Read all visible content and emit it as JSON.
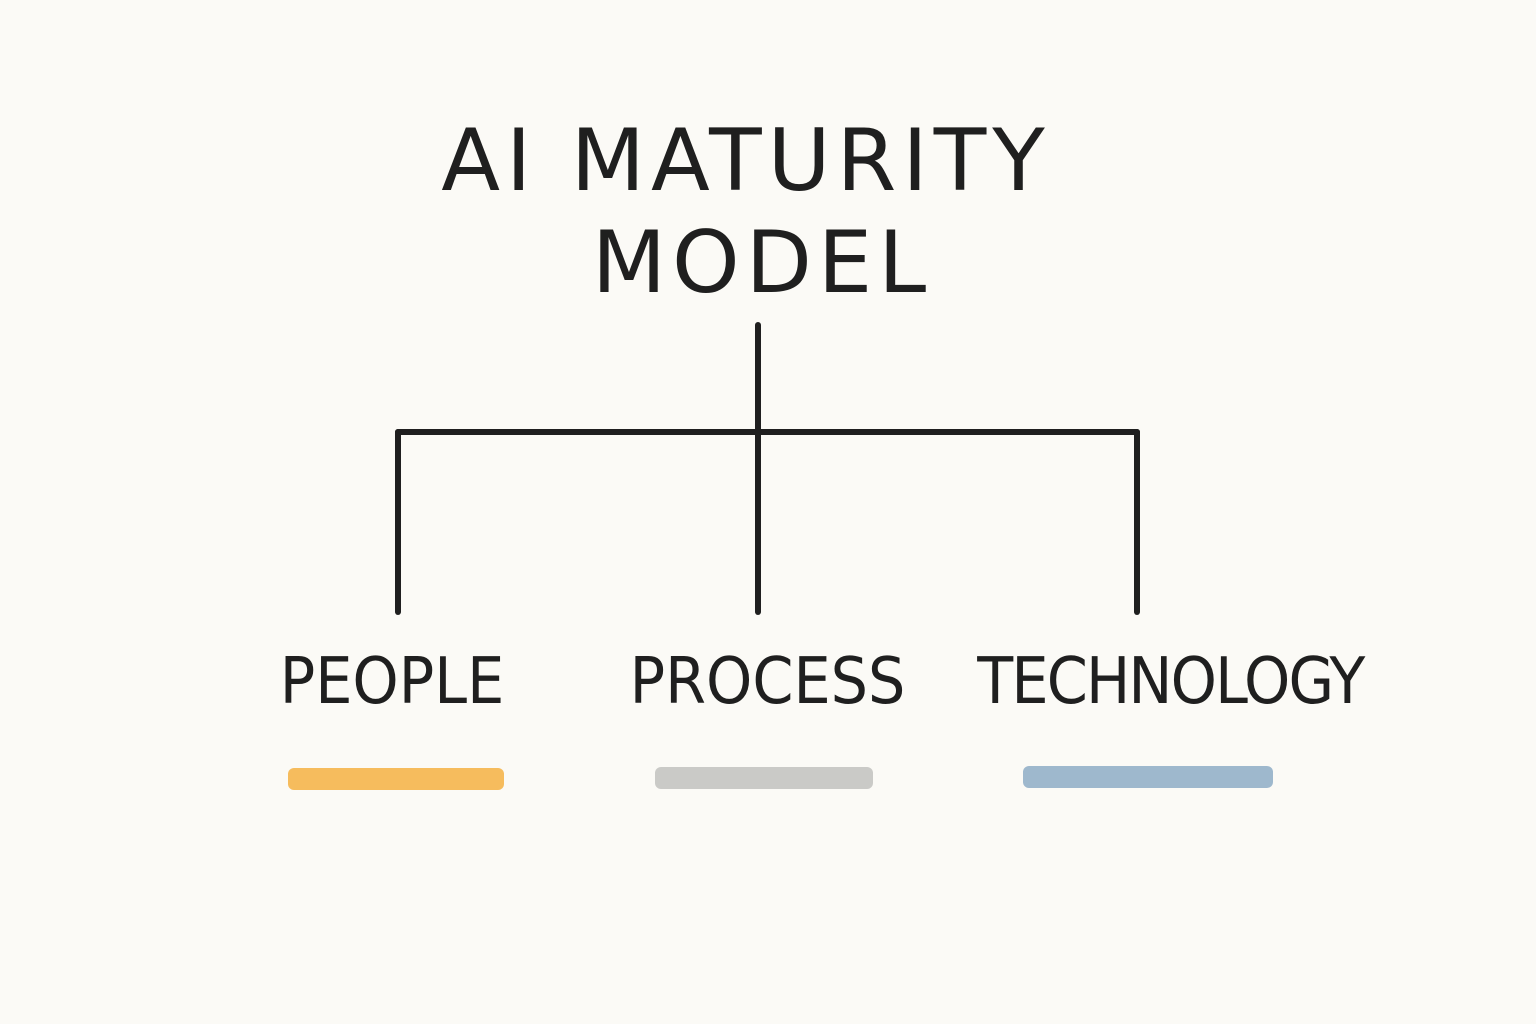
{
  "title": {
    "line1": "AI MATURITY",
    "line2": "MODEL"
  },
  "branches": [
    {
      "label": "PEOPLE",
      "color": "#f5b54d"
    },
    {
      "label": "PROCESS",
      "color": "#c4c4c2"
    },
    {
      "label": "TECHNOLOGY",
      "color": "#93b0c9"
    }
  ],
  "colors": {
    "background": "#fbfaf6",
    "ink": "#1f1f1f"
  }
}
